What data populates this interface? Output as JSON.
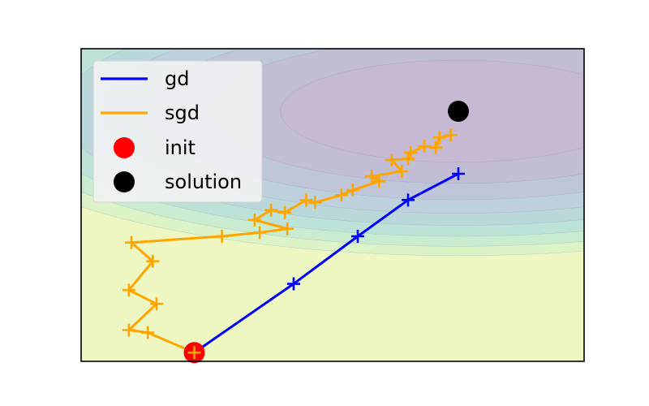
{
  "chart_data": {
    "type": "line",
    "title": "",
    "xlabel": "",
    "ylabel": "",
    "xlim": [
      -2.0,
      2.0
    ],
    "ylim": [
      -1.0,
      1.5
    ],
    "ticks_visible": false,
    "grid": false,
    "legend_position": "top-left",
    "background": "filled contour plot of a quadratic loss",
    "contour": {
      "center": [
        1.0,
        1.0
      ],
      "levels": [
        0.5,
        1.0,
        1.5,
        2.0,
        2.5,
        3.0,
        3.5,
        4.0
      ],
      "colors": [
        "#c5b9d3",
        "#c0bdd4",
        "#bfc6d9",
        "#bdd0db",
        "#bad8d9",
        "#bde3d8",
        "#c9ecd1",
        "#dcf3c8",
        "#eef7c2"
      ]
    },
    "series": [
      {
        "name": "gd",
        "color": "#0000ff",
        "marker": "+",
        "x": [
          -1.1,
          -0.31,
          0.2,
          0.6,
          1.0
        ],
        "y": [
          -0.93,
          -0.38,
          0.0,
          0.29,
          0.5
        ]
      },
      {
        "name": "sgd",
        "color": "#ffa500",
        "marker": "+",
        "x": [
          -1.1,
          -1.47,
          -1.62,
          -1.4,
          -1.62,
          -1.43,
          -1.6,
          -0.88,
          -0.58,
          -0.36,
          -0.62,
          -0.49,
          -0.38,
          -0.21,
          -0.14,
          0.07,
          0.16,
          0.37,
          0.31,
          0.55,
          0.47,
          0.6,
          0.62,
          0.73,
          0.82,
          0.85,
          0.94
        ],
        "y": [
          -0.93,
          -0.77,
          -0.75,
          -0.54,
          -0.43,
          -0.2,
          -0.05,
          0.0,
          0.03,
          0.06,
          0.13,
          0.21,
          0.19,
          0.29,
          0.27,
          0.33,
          0.37,
          0.44,
          0.48,
          0.52,
          0.61,
          0.62,
          0.67,
          0.72,
          0.71,
          0.79,
          0.81
        ]
      }
    ],
    "points": [
      {
        "name": "init",
        "color": "#ff0000",
        "x": -1.1,
        "y": -0.93
      },
      {
        "name": "solution",
        "color": "#000000",
        "x": 1.0,
        "y": 1.0
      }
    ],
    "legend": [
      {
        "label": "gd",
        "kind": "line",
        "color": "#0000ff"
      },
      {
        "label": "sgd",
        "kind": "line",
        "color": "#ffa500"
      },
      {
        "label": "init",
        "kind": "dot",
        "color": "#ff0000"
      },
      {
        "label": "solution",
        "kind": "dot",
        "color": "#000000"
      }
    ]
  }
}
